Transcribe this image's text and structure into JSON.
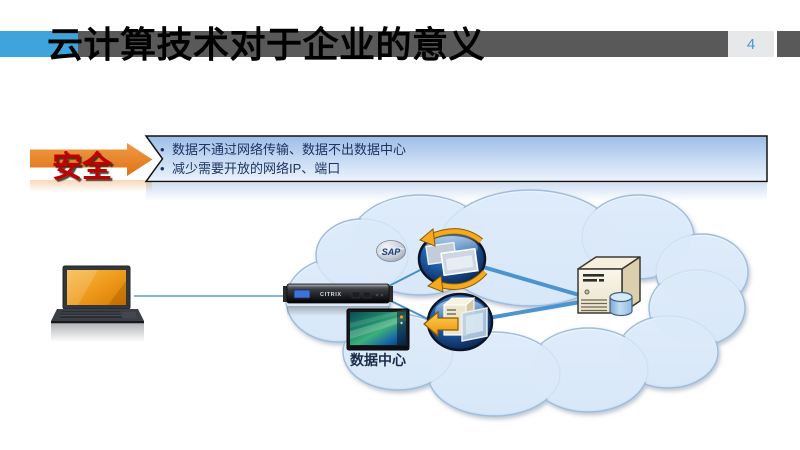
{
  "slide": {
    "title": "云计算技术对于企业的意义",
    "page_number": "4"
  },
  "banner": {
    "label": "安全",
    "bullets": [
      "数据不通过网络传输、数据不出数据中心",
      "减少需要开放的网络IP、端口"
    ]
  },
  "diagram": {
    "sap_label": "SAP",
    "appliance_label": "CITRIX",
    "datacenter_label": "数据中心"
  },
  "colors": {
    "accent_blue": "#3fa3dc",
    "header_gray": "#595959",
    "page_number_blue": "#4a97c9",
    "banner_orange": "#ec8c35",
    "banner_label_red": "#c00000",
    "box_blue_top": "#9dbde7",
    "box_blue_bottom": "#ecf3fc",
    "bullet_text": "#1d3461",
    "cloud_fill": "#d9e8f8",
    "connector_blue": "#4a94d0"
  }
}
